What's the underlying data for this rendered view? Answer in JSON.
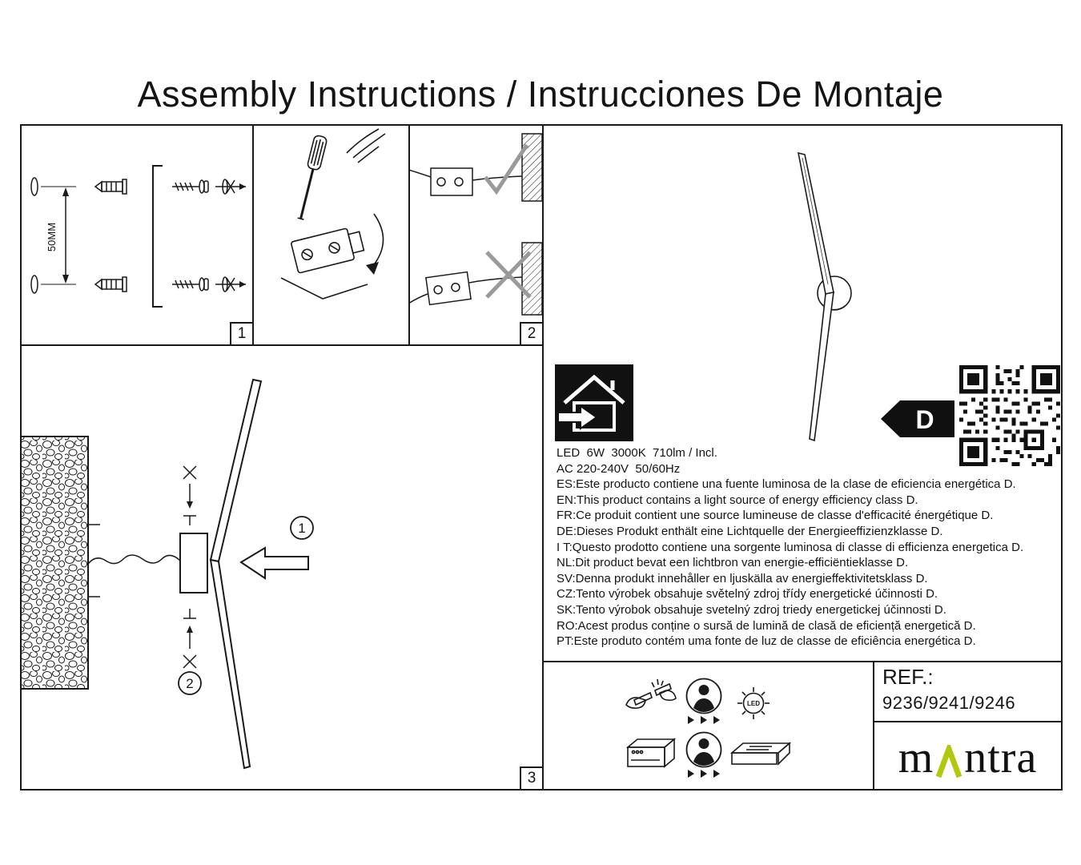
{
  "title": "Assembly Instructions / Instrucciones De Montaje",
  "panel1": {
    "number": "1",
    "dim_label": "50MM"
  },
  "panel2": {
    "number": "2"
  },
  "panel3": {
    "number": "3",
    "marker1": "1",
    "marker2": "2"
  },
  "specs": {
    "line1": "LED  6W  3000K  710lm / Incl.",
    "line2": "AC 220-240V  50/60Hz"
  },
  "languages": [
    "ES:Este producto contiene una fuente luminosa de la clase de eficiencia energética D.",
    "EN:This product contains a light source of energy efficiency class D.",
    "FR:Ce produit contient une source lumineuse de classe d'efficacité énergétique D.",
    "DE:Dieses Produkt enthält eine Lichtquelle der Energieeffizienzklasse D.",
    "I T:Questo prodotto contiene una sorgente luminosa di classe di efficienza energetica D.",
    "NL:Dit product bevat een lichtbron van energie-efficiëntieklasse D.",
    "SV:Denna produkt innehåller en ljuskälla av energieffektivitetsklass D.",
    "CZ:Tento výrobek obsahuje světelný zdroj třídy energetické účinnosti D.",
    "SK:Tento výrobok obsahuje svetelný zdroj triedy energetickej účinnosti D.",
    "RO:Acest produs conține o sursă de lumină de clasă de eficiență energetică D.",
    "PT:Este produto contém uma fonte de luz de classe de eficiência energética D."
  ],
  "energy": {
    "class_letter": "D"
  },
  "icons": {
    "led_label": "LED"
  },
  "ref": {
    "label": "REF.:",
    "value": "9236/9241/9246"
  },
  "brand": {
    "prefix": "m",
    "suffix": "ntra"
  }
}
